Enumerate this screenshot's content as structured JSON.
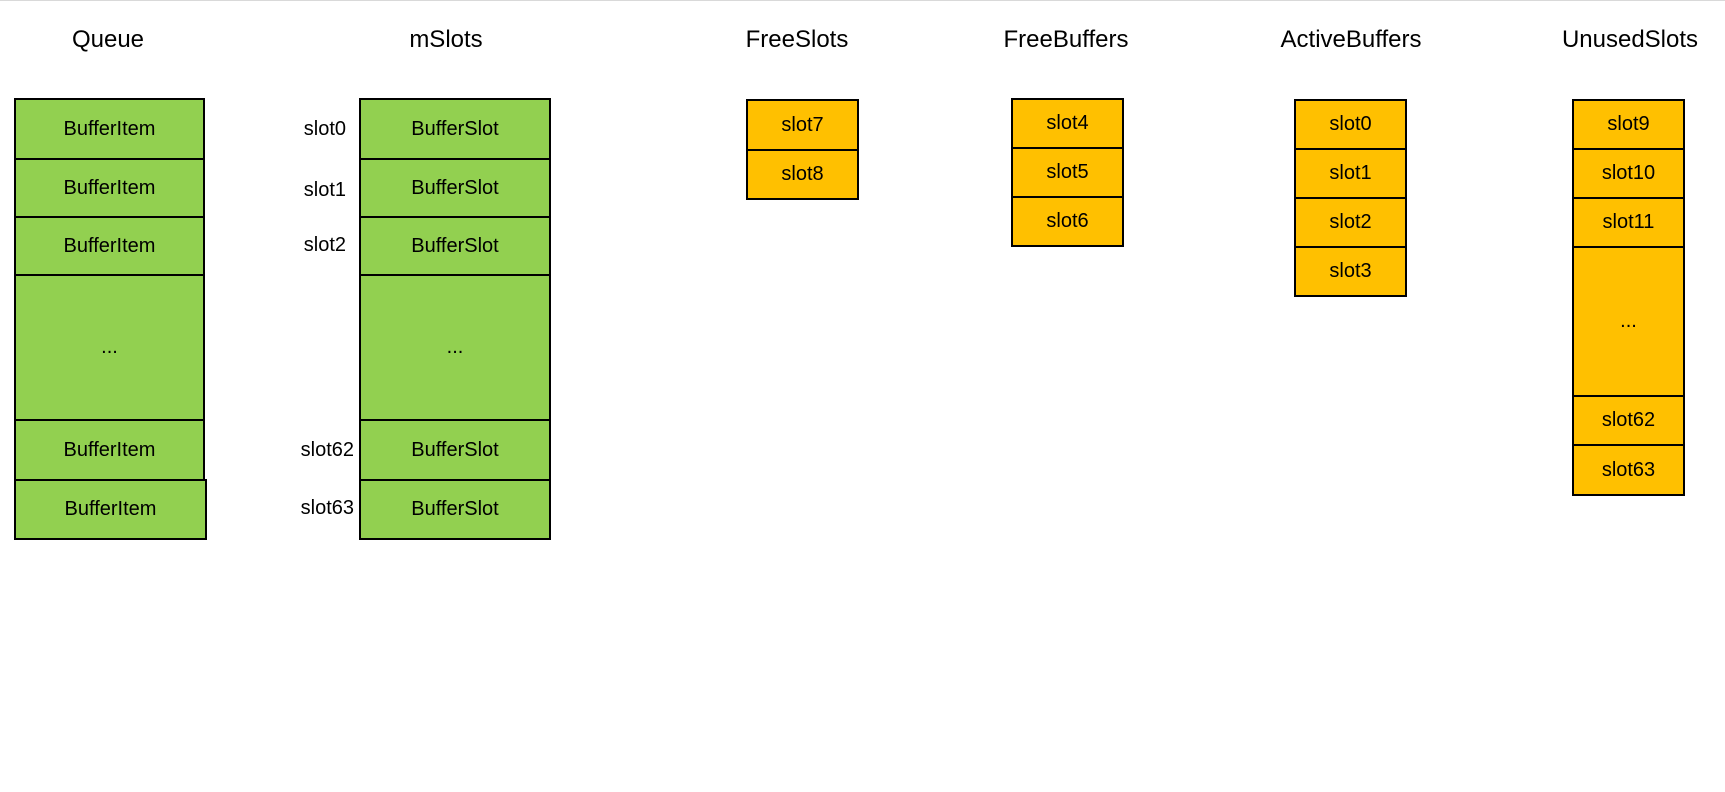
{
  "colors": {
    "queue_cell": "#92d050",
    "list_cell": "#ffc000",
    "border": "#000000"
  },
  "queue": {
    "title": "Queue",
    "cells": [
      "BufferItem",
      "BufferItem",
      "BufferItem",
      "...",
      "BufferItem",
      "BufferItem"
    ]
  },
  "mslots": {
    "title": "mSlots",
    "row_labels": [
      "slot0",
      "slot1",
      "slot2",
      "",
      "slot62",
      "slot63"
    ],
    "cells": [
      "BufferSlot",
      "BufferSlot",
      "BufferSlot",
      "...",
      "BufferSlot",
      "BufferSlot"
    ]
  },
  "free_slots": {
    "title": "FreeSlots",
    "cells": [
      "slot7",
      "slot8"
    ]
  },
  "free_buffers": {
    "title": "FreeBuffers",
    "cells": [
      "slot4",
      "slot5",
      "slot6"
    ]
  },
  "active_buffers": {
    "title": "ActiveBuffers",
    "cells": [
      "slot0",
      "slot1",
      "slot2",
      "slot3"
    ]
  },
  "unused_slots": {
    "title": "UnusedSlots",
    "cells": [
      "slot9",
      "slot10",
      "slot11",
      "...",
      "slot62",
      "slot63"
    ]
  }
}
